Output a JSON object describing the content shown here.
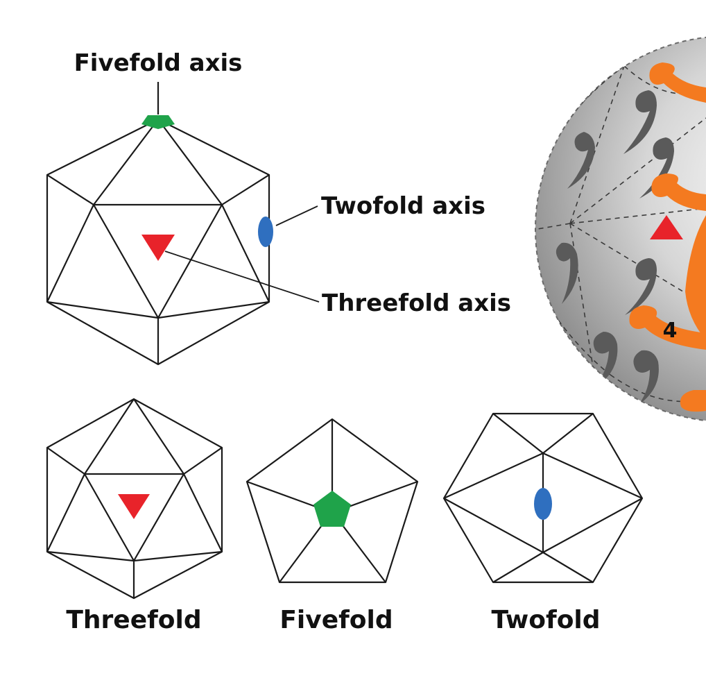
{
  "labels": {
    "fivefold_axis": "Fivefold axis",
    "twofold_axis": "Twofold axis",
    "threefold_axis": "Threefold axis",
    "sphere_number": "4"
  },
  "views": {
    "threefold": "Threefold",
    "fivefold": "Fivefold",
    "twofold": "Twofold"
  },
  "colors": {
    "fivefold_marker": "#1fa34a",
    "twofold_marker": "#2f6fbf",
    "threefold_marker": "#e8232a",
    "subunit_orange": "#f47a20",
    "subunit_gray": "#5a5a5a",
    "sphere_light": "#f4f4f4",
    "sphere_dark": "#7d7d7d"
  },
  "icons": {
    "fivefold_marker": "pentagon-icon",
    "twofold_marker": "ellipse-icon",
    "threefold_marker": "triangle-icon"
  }
}
